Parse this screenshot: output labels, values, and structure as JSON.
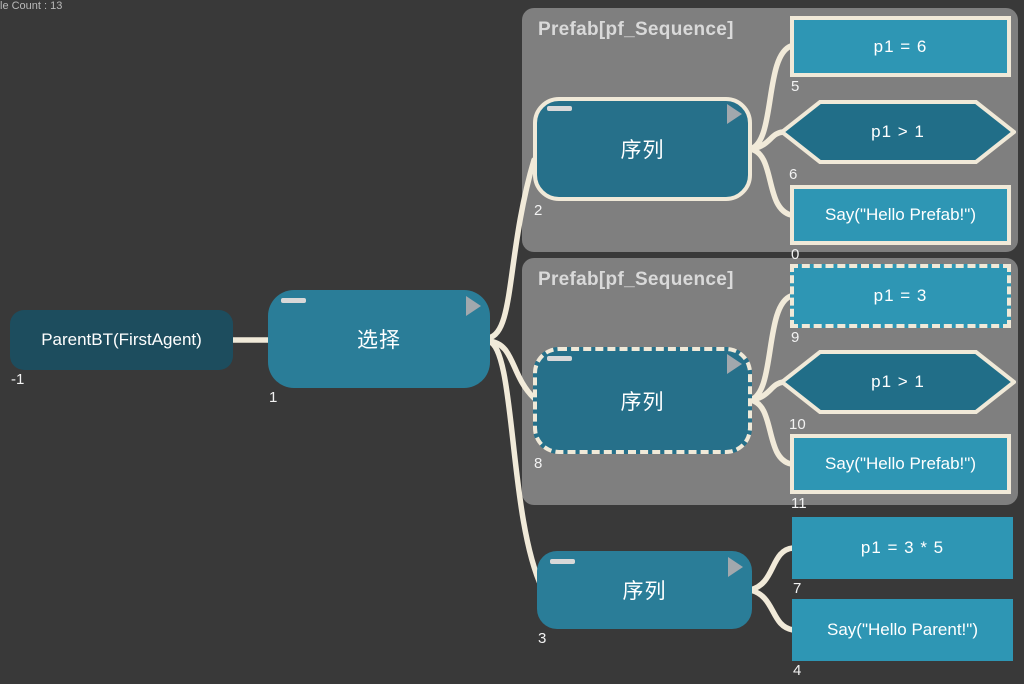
{
  "status": {
    "text": "le Count : 13"
  },
  "colors": {
    "background": "#393939",
    "panel_gray": "#7f7f7f",
    "node_dark_teal": "#1d4d5e",
    "node_teal": "#2a7d98",
    "node_deep_teal": "#26708a",
    "node_light_teal": "#2e96b4",
    "outline_cream": "#f0e9d8",
    "connection_cream": "#f1ead9"
  },
  "panels": [
    {
      "title": "Prefab[pf_Sequence]"
    },
    {
      "title": "Prefab[pf_Sequence]"
    }
  ],
  "nodes": {
    "parent": {
      "label": "ParentBT(FirstAgent)",
      "index": "-1"
    },
    "selector": {
      "label": "选择",
      "index": "1"
    },
    "seq1": {
      "label": "序列",
      "index": "2"
    },
    "seq2": {
      "label": "序列",
      "index": "8"
    },
    "seq3": {
      "label": "序列",
      "index": "3"
    },
    "assign1": {
      "label": "p1 = 6",
      "index": "5"
    },
    "cond1": {
      "label": "p1 > 1",
      "index": "6"
    },
    "say1": {
      "label": "Say(\"Hello Prefab!\")",
      "index": "0"
    },
    "assign2": {
      "label": "p1 = 3",
      "index": "9"
    },
    "cond2": {
      "label": "p1 > 1",
      "index": "10"
    },
    "say2": {
      "label": "Say(\"Hello Prefab!\")",
      "index": "11"
    },
    "assign3": {
      "label": "p1 = 3 * 5",
      "index": "7"
    },
    "say3": {
      "label": "Say(\"Hello Parent!\")",
      "index": "4"
    }
  }
}
